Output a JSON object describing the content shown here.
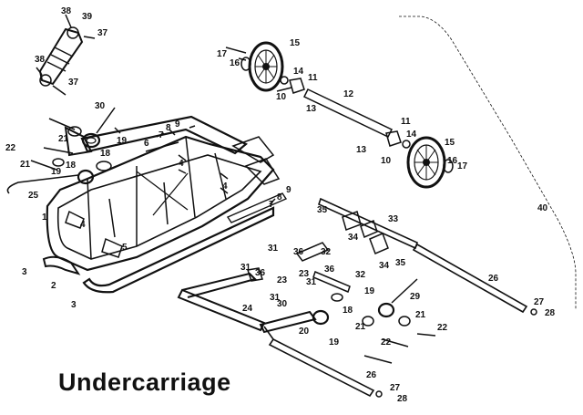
{
  "title": "Undercarriage",
  "colors": {
    "ink": "#111111",
    "paper": "#ffffff"
  },
  "labels": [
    {
      "id": "l38a",
      "text": "38"
    },
    {
      "id": "l39",
      "text": "39"
    },
    {
      "id": "l37a",
      "text": "37"
    },
    {
      "id": "l38b",
      "text": "38"
    },
    {
      "id": "l37b",
      "text": "37"
    },
    {
      "id": "l17a",
      "text": "17"
    },
    {
      "id": "l16a",
      "text": "16"
    },
    {
      "id": "l15a",
      "text": "15"
    },
    {
      "id": "l14a",
      "text": "14"
    },
    {
      "id": "l11a",
      "text": "11"
    },
    {
      "id": "l10a",
      "text": "10"
    },
    {
      "id": "l12",
      "text": "12"
    },
    {
      "id": "l13a",
      "text": "13"
    },
    {
      "id": "l11b",
      "text": "11"
    },
    {
      "id": "l14b",
      "text": "14"
    },
    {
      "id": "l13b",
      "text": "13"
    },
    {
      "id": "l10b",
      "text": "10"
    },
    {
      "id": "l15b",
      "text": "15"
    },
    {
      "id": "l16b",
      "text": "16"
    },
    {
      "id": "l17b",
      "text": "17"
    },
    {
      "id": "l30",
      "text": "30"
    },
    {
      "id": "l7a",
      "text": "7"
    },
    {
      "id": "l8a",
      "text": "8"
    },
    {
      "id": "l9a",
      "text": "9"
    },
    {
      "id": "l6",
      "text": "6"
    },
    {
      "id": "l19a",
      "text": "19"
    },
    {
      "id": "l18a",
      "text": "18"
    },
    {
      "id": "l21a",
      "text": "21"
    },
    {
      "id": "l22a",
      "text": "22"
    },
    {
      "id": "l21b",
      "text": "21"
    },
    {
      "id": "l19b",
      "text": "19"
    },
    {
      "id": "l18b",
      "text": "18"
    },
    {
      "id": "l25",
      "text": "25"
    },
    {
      "id": "l4a",
      "text": "4"
    },
    {
      "id": "l4b",
      "text": "4"
    },
    {
      "id": "l1",
      "text": "1"
    },
    {
      "id": "l4c",
      "text": "4"
    },
    {
      "id": "l5",
      "text": "5"
    },
    {
      "id": "l9b",
      "text": "9"
    },
    {
      "id": "l8b",
      "text": "8"
    },
    {
      "id": "l7b",
      "text": "7"
    },
    {
      "id": "l40",
      "text": "40"
    },
    {
      "id": "l35a",
      "text": "35"
    },
    {
      "id": "l33",
      "text": "33"
    },
    {
      "id": "l34a",
      "text": "34"
    },
    {
      "id": "l31a",
      "text": "31"
    },
    {
      "id": "l36a",
      "text": "36"
    },
    {
      "id": "l32a",
      "text": "32"
    },
    {
      "id": "l34b",
      "text": "34"
    },
    {
      "id": "l35b",
      "text": "35"
    },
    {
      "id": "l23a",
      "text": "23"
    },
    {
      "id": "l31b",
      "text": "31"
    },
    {
      "id": "l36b",
      "text": "36"
    },
    {
      "id": "l32b",
      "text": "32"
    },
    {
      "id": "l3a",
      "text": "3"
    },
    {
      "id": "l2",
      "text": "2"
    },
    {
      "id": "l3b",
      "text": "3"
    },
    {
      "id": "l31c",
      "text": "31"
    },
    {
      "id": "l36c",
      "text": "36"
    },
    {
      "id": "l23b",
      "text": "23"
    },
    {
      "id": "l31d",
      "text": "31"
    },
    {
      "id": "l26a",
      "text": "26"
    },
    {
      "id": "l19c",
      "text": "19"
    },
    {
      "id": "l24",
      "text": "24"
    },
    {
      "id": "l30b",
      "text": "30"
    },
    {
      "id": "l18c",
      "text": "18"
    },
    {
      "id": "l29",
      "text": "29"
    },
    {
      "id": "l27a",
      "text": "27"
    },
    {
      "id": "l28a",
      "text": "28"
    },
    {
      "id": "l21c",
      "text": "21"
    },
    {
      "id": "l20",
      "text": "20"
    },
    {
      "id": "l21d",
      "text": "21"
    },
    {
      "id": "l22b",
      "text": "22"
    },
    {
      "id": "l19d",
      "text": "19"
    },
    {
      "id": "l22c",
      "text": "22"
    },
    {
      "id": "l26b",
      "text": "26"
    },
    {
      "id": "l27b",
      "text": "27"
    },
    {
      "id": "l28b",
      "text": "28"
    }
  ]
}
